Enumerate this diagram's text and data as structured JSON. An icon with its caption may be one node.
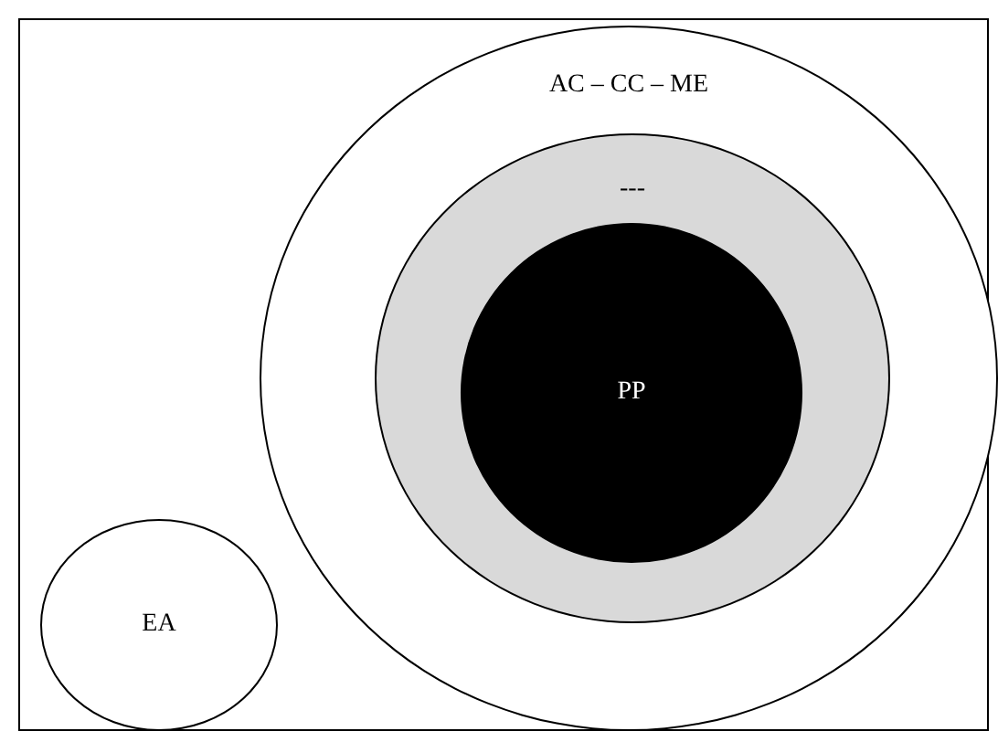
{
  "diagram": {
    "nodes": [
      {
        "text": [],
        "shape": "box"
      },
      {
        "text": [
          "AC – CC – ME"
        ],
        "in": 0
      },
      {
        "text": [
          "---"
        ],
        "in": 1
      },
      {
        "text": [
          "PP"
        ],
        "in": 2
      },
      {
        "text": [
          "EA"
        ],
        "in": 0
      }
    ]
  }
}
